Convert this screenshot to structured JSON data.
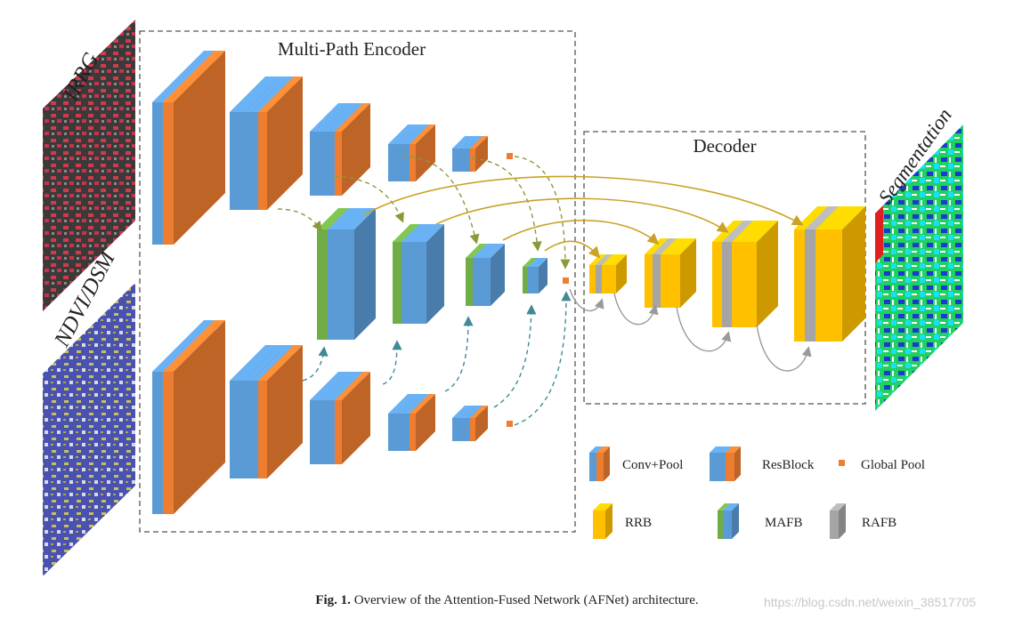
{
  "inputs": {
    "top_label": "IRRG",
    "bottom_label": "NDVI/DSM"
  },
  "output": {
    "label": "Segmentation"
  },
  "encoder": {
    "title": "Multi-Path Encoder"
  },
  "decoder": {
    "title": "Decoder"
  },
  "legend": {
    "items": [
      {
        "key": "conv_pool",
        "label": "Conv+Pool"
      },
      {
        "key": "resblock",
        "label": "ResBlock"
      },
      {
        "key": "global_pool",
        "label": "Global Pool"
      },
      {
        "key": "rrb",
        "label": "RRB"
      },
      {
        "key": "mafb",
        "label": "MAFB"
      },
      {
        "key": "rafb",
        "label": "RAFB"
      }
    ]
  },
  "caption": {
    "prefix": "Fig. 1.",
    "text": "Overview of the Attention-Fused Network (AFNet) architecture."
  },
  "watermark": "https://blog.csdn.net/weixin_38517705",
  "colors": {
    "blue": "#5b9bd5",
    "orange": "#ed7d31",
    "green": "#70ad47",
    "yellow": "#ffc000",
    "gray": "#a5a5a5",
    "olive_arrow": "#8a9a3a",
    "teal_arrow": "#3f8a96",
    "gold_arrow": "#c9a227",
    "gray_arrow": "#9a9a9a"
  }
}
